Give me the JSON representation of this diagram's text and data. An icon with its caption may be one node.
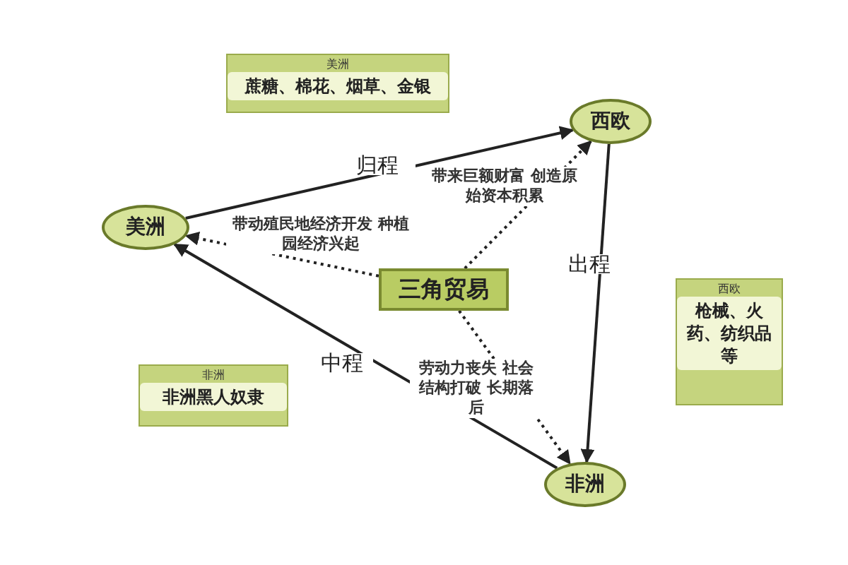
{
  "diagram": {
    "nodes": [
      {
        "text": [
          "美洲"
        ]
      },
      {
        "text": [
          "西欧"
        ]
      },
      {
        "text": [
          "非洲"
        ]
      },
      {
        "text": [
          "三角贸易"
        ]
      },
      {
        "text": [
          "美洲",
          "蔗糖、棉花、烟草、金银"
        ]
      },
      {
        "text": [
          "西欧",
          "枪械、火药、纺织品等"
        ]
      },
      {
        "text": [
          "非洲",
          "非洲黑人奴隶"
        ]
      }
    ],
    "edges": [
      {
        "from": 0,
        "to": 1,
        "arrow": "to",
        "label": "归程"
      },
      {
        "from": 1,
        "to": 2,
        "arrow": "to",
        "label": "出程"
      },
      {
        "from": 2,
        "to": 0,
        "arrow": "to",
        "label": "中程"
      },
      {
        "from": 3,
        "to": 1,
        "arrow": "to",
        "style": "dashed",
        "label": "带来巨额财富 创造原始资本积累"
      },
      {
        "from": 3,
        "to": 0,
        "arrow": "to",
        "style": "dashed",
        "label": "带动殖民地经济开发 种植园经济兴起"
      },
      {
        "from": 3,
        "to": 2,
        "arrow": "to",
        "style": "dashed",
        "label": "劳动力丧失 社会结构打破 长期落后"
      }
    ]
  }
}
